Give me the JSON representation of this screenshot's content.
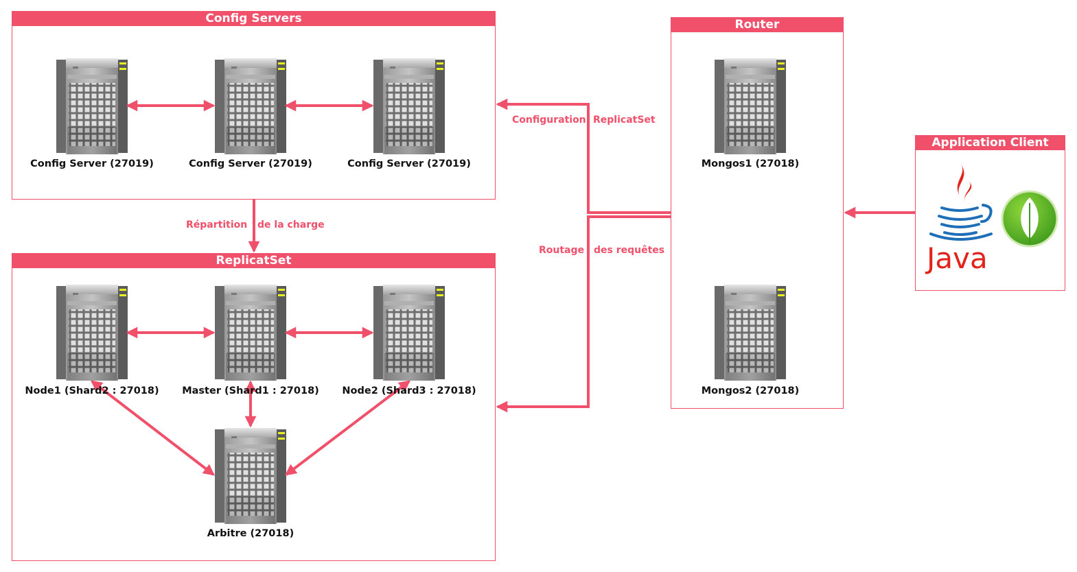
{
  "groups": {
    "config": "Config Servers",
    "replica": "ReplicatSet",
    "router": "Router",
    "client": "Application Client"
  },
  "nodes": {
    "cfg1": "Config Server (27019)",
    "cfg2": "Config Server (27019)",
    "cfg3": "Config Server (27019)",
    "node1": "Node1 (Shard2 : 27018)",
    "master": "Master (Shard1 : 27018)",
    "node2": "Node2 (Shard3 : 27018)",
    "arbitre": "Arbitre (27018)",
    "mongos1": "Mongos1 (27018)",
    "mongos2": "Mongos2 (27018)"
  },
  "edges": {
    "repartition_a": "Répartition",
    "repartition_b": "de la charge",
    "config_a": "Configuration",
    "config_b": "ReplicatSet",
    "routage_a": "Routage",
    "routage_b": "des requêtes"
  },
  "logos": {
    "java": "Java",
    "java_icon": "java-logo-icon",
    "mongo_icon": "mongodb-leaf-icon"
  },
  "colors": {
    "accent": "#f0506a",
    "text": "#111111"
  }
}
